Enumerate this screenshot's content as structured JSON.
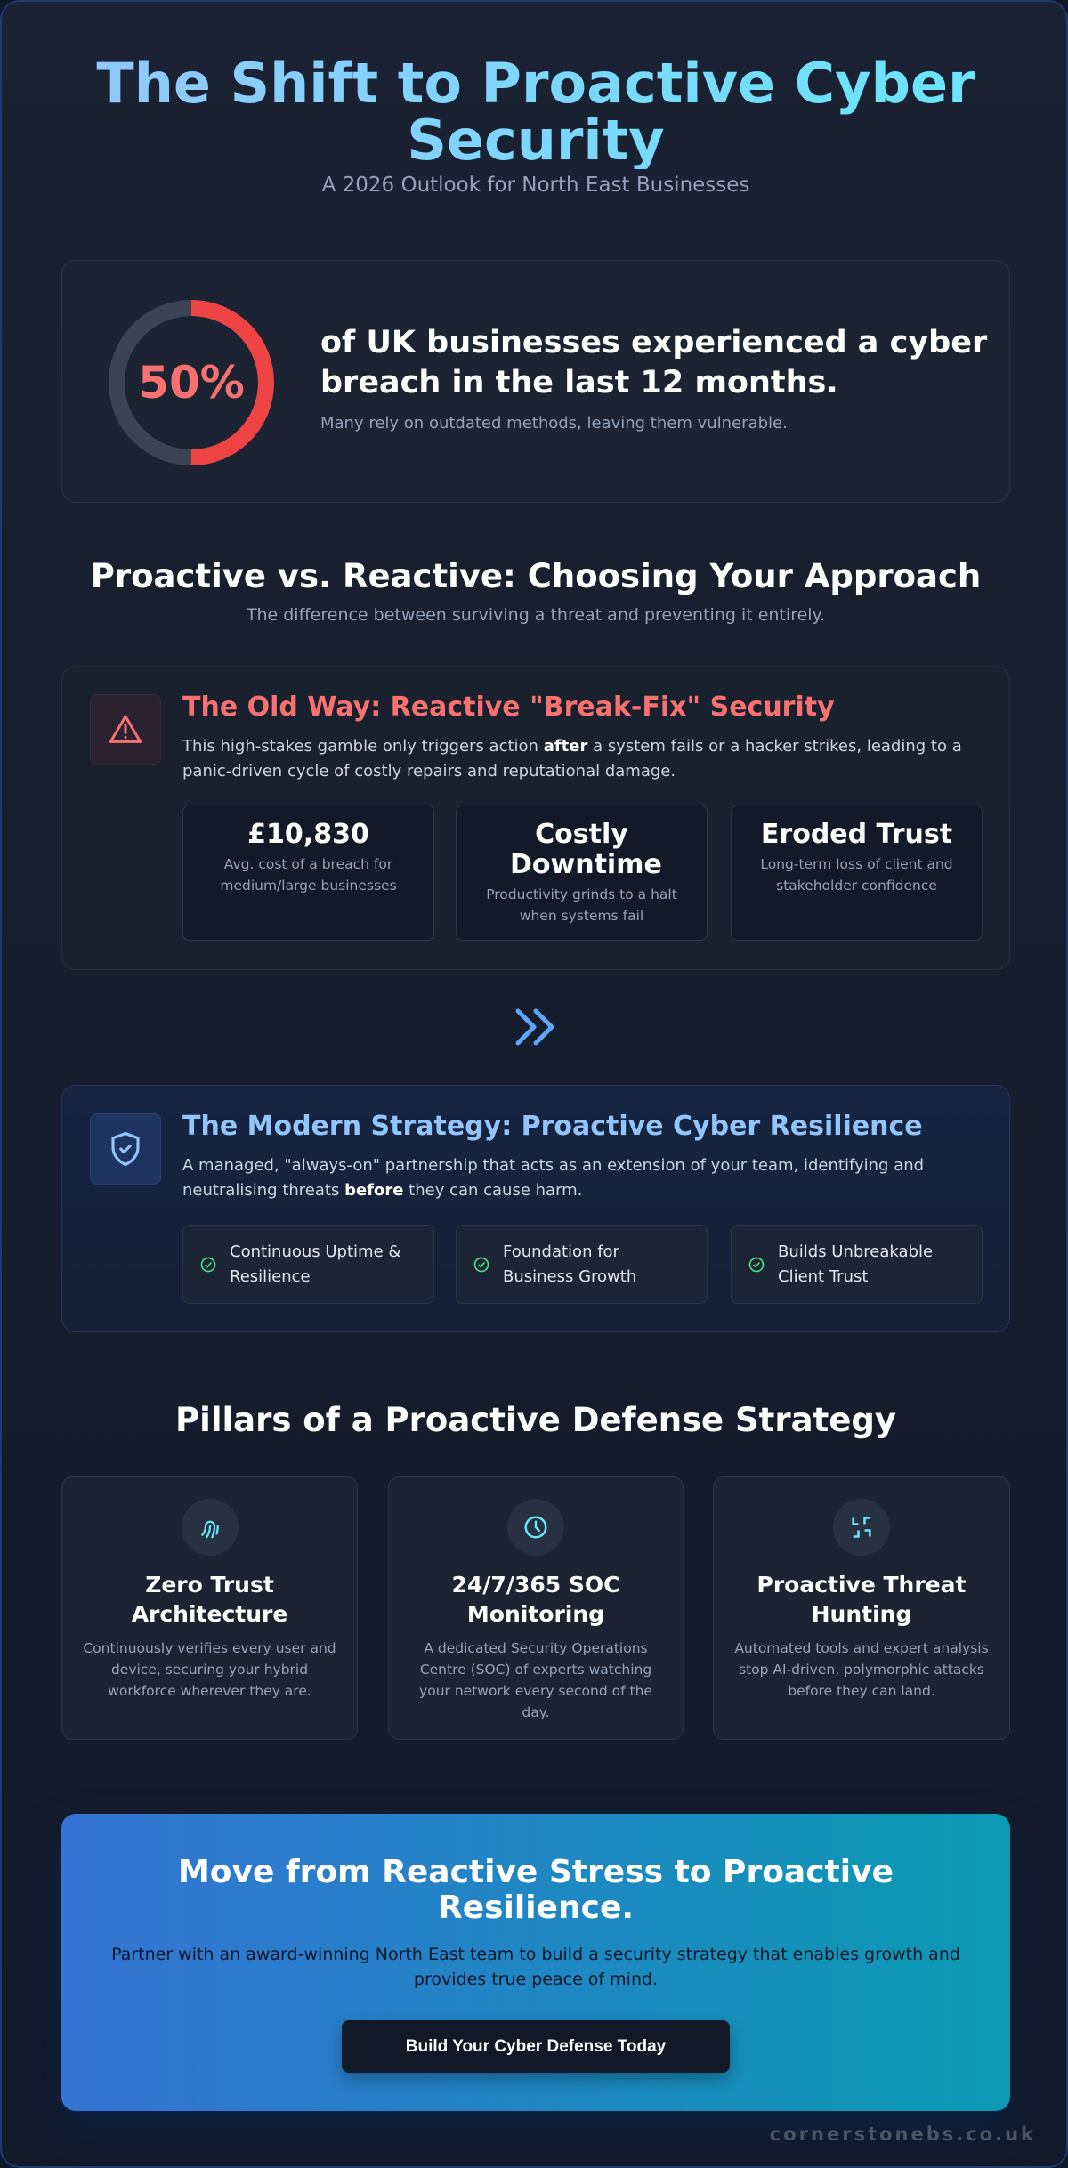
{
  "header": {
    "title": "The Shift to Proactive Cyber Security",
    "subtitle": "A 2026 Outlook for North East Businesses"
  },
  "stat": {
    "value": "50%",
    "percent": 50,
    "headline": "of UK businesses experienced a cyber breach in the last 12 months.",
    "sub": "Many rely on outdated methods, leaving them vulnerable.",
    "ring_color": "#ef4444",
    "track_color": "#3b4455"
  },
  "comparison": {
    "title": "Proactive vs. Reactive: Choosing Your Approach",
    "subtitle": "The difference between surviving a threat and preventing it entirely."
  },
  "old_way": {
    "icon": "warning-triangle-icon",
    "title": "The Old Way: Reactive \"Break-Fix\" Security",
    "body_pre": "This high-stakes gamble only triggers action ",
    "body_bold": "after",
    "body_post": " a system fails or a hacker strikes, leading to a panic-driven cycle of costly repairs and reputational damage.",
    "stats": [
      {
        "big": "£10,830",
        "small": "Avg. cost of a breach for medium/large businesses"
      },
      {
        "big": "Costly Downtime",
        "small": "Productivity grinds to a halt when systems fail"
      },
      {
        "big": "Eroded Trust",
        "small": "Long-term loss of client and stakeholder confidence"
      }
    ]
  },
  "modern": {
    "icon": "shield-check-icon",
    "title": "The Modern Strategy: Proactive Cyber Resilience",
    "body_pre": "A managed, \"always-on\" partnership that acts as an extension of your team, identifying and neutralising threats ",
    "body_bold": "before",
    "body_post": " they can cause harm.",
    "benefits": [
      "Continuous Uptime & Resilience",
      "Foundation for Business Growth",
      "Builds Unbreakable Client Trust"
    ]
  },
  "pillars": {
    "title": "Pillars of a Proactive Defense Strategy",
    "items": [
      {
        "icon": "fingerprint-icon",
        "title": "Zero Trust Architecture",
        "desc": "Continuously verifies every user and device, securing your hybrid workforce wherever they are."
      },
      {
        "icon": "clock-icon",
        "title": "24/7/365 SOC Monitoring",
        "desc": "A dedicated Security Operations Centre (SOC) of experts watching your network every second of the day."
      },
      {
        "icon": "scan-icon",
        "title": "Proactive Threat Hunting",
        "desc": "Automated tools and expert analysis stop AI-driven, polymorphic attacks before they can land."
      }
    ]
  },
  "cta": {
    "title": "Move from Reactive Stress to Proactive Resilience.",
    "body": "Partner with an award-winning North East team to build a security strategy that enables growth and provides true peace of mind.",
    "button": "Build Your Cyber Defense Today"
  },
  "footer": {
    "site": "cornerstonebs.co.uk"
  }
}
